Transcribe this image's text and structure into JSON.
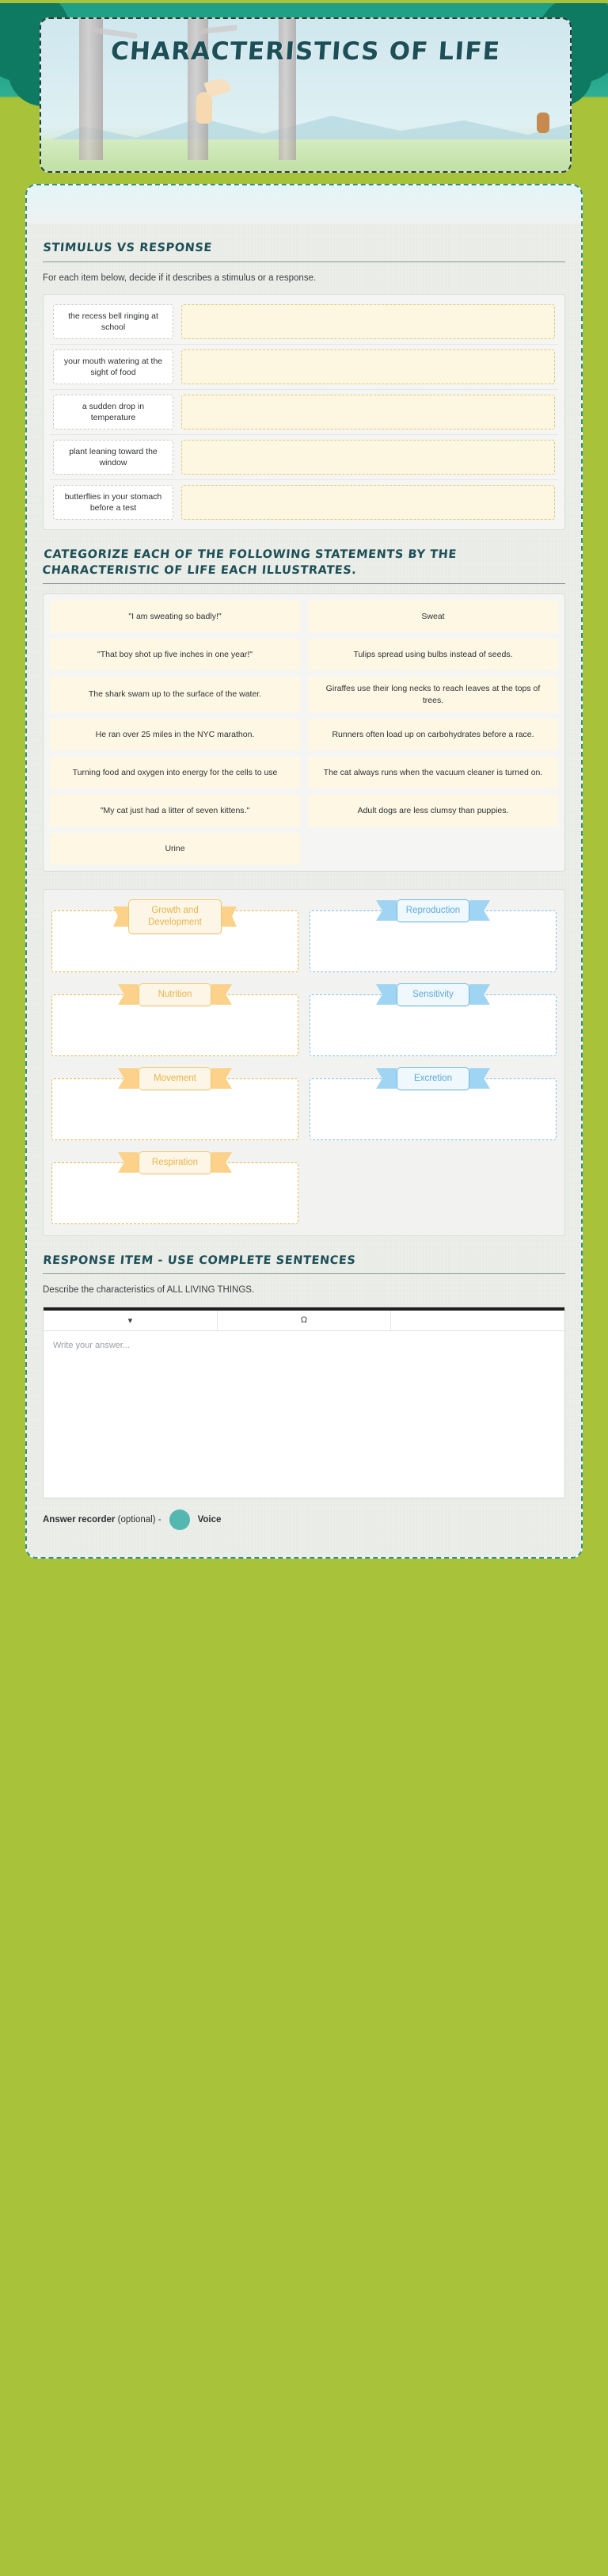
{
  "header": {
    "title": "Characteristics of Life"
  },
  "sections": {
    "stimulus": {
      "heading": "Stimulus vs Response",
      "description": "For each item below, decide if it describes a stimulus or a response.",
      "items": [
        "the recess bell ringing at school",
        "your mouth watering at the sight of food",
        "a sudden drop in temperature",
        "plant leaning toward the window",
        "butterflies in your stomach before a test"
      ]
    },
    "categorize": {
      "heading": "Categorize each of the following statements by the characteristic of life each illustrates.",
      "tiles": [
        "\"I am sweating so badly!\"",
        "Sweat",
        "\"That boy shot up five inches in one year!\"",
        "Tulips spread using bulbs instead of seeds.",
        "The shark swam up to the surface of the water.",
        "Giraffes use their long necks to reach leaves at the tops of trees.",
        "He ran over 25 miles in the NYC marathon.",
        "Runners often load up on carbohydrates before a race.",
        "Turning food and oxygen into energy for the cells to use",
        "The cat always runs when the vacuum cleaner is turned on.",
        "\"My cat just had a litter of seven kittens.\"",
        "Adult dogs are less clumsy than puppies.",
        "Urine"
      ],
      "buckets": [
        {
          "label": "Growth and Development",
          "color": "orange"
        },
        {
          "label": "Reproduction",
          "color": "blue"
        },
        {
          "label": "Nutrition",
          "color": "orange"
        },
        {
          "label": "Sensitivity",
          "color": "blue"
        },
        {
          "label": "Movement",
          "color": "orange"
        },
        {
          "label": "Excretion",
          "color": "blue"
        },
        {
          "label": "Respiration",
          "color": "orange"
        }
      ]
    },
    "response": {
      "heading": "Response item - use complete sentences",
      "description": "Describe the characteristics of ALL LIVING THINGS.",
      "toolbar": {
        "dropdown_icon": "▾",
        "omega_icon": "Ω"
      },
      "placeholder": "Write your answer..."
    }
  },
  "footer": {
    "recorder_label": "Answer recorder",
    "recorder_optional": "(optional) -",
    "voice_label": "Voice"
  },
  "colors": {
    "page_green": "#a8c23a",
    "teal": "#1d4f57",
    "orange": "#e9b44c",
    "blue": "#5fa9da",
    "recorder_dot": "#54b7b0"
  }
}
